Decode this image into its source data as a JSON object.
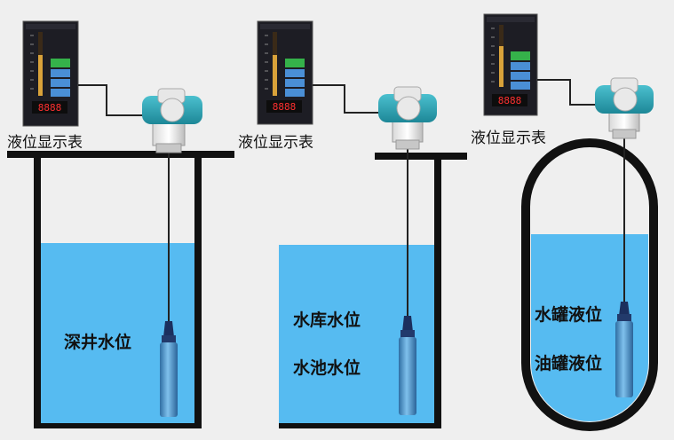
{
  "labels": {
    "display_1": "液位显示表",
    "display_2": "液位显示表",
    "display_3": "液位显示表",
    "well": "深井水位",
    "reservoir": "水库水位",
    "pond": "水池水位",
    "water_tank": "水罐液位",
    "oil_tank": "油罐液位"
  },
  "colors": {
    "water": "#56bbf1",
    "background": "#efefef",
    "container": "#111111",
    "transmitter_head": "#2c9fb0",
    "probe": "#3a7fb0"
  }
}
